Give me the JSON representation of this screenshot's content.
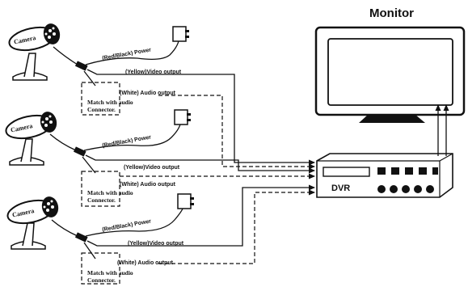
{
  "monitor": {
    "title": "Monitor"
  },
  "dvr": {
    "label": "DVR"
  },
  "cameras": [
    {
      "body_label": "Camera",
      "power_label": "(Red/Black) Power",
      "video_label": "(Yellow)Video output",
      "audio_label": "(White) Audio output",
      "match_line1": "Match with audio",
      "match_line2": "Connector."
    },
    {
      "body_label": "Camera",
      "power_label": "(Red/Black) Power",
      "video_label": "(Yellow)Video output",
      "audio_label": "(White) Audio output",
      "match_line1": "Match with audio",
      "match_line2": "Connector."
    },
    {
      "body_label": "Camera",
      "power_label": "(Red/Black) Power",
      "video_label": "(Yellow)Video output",
      "audio_label": "(White) Audio output",
      "match_line1": "Match with audio",
      "match_line2": "Connector."
    }
  ],
  "colors": {
    "ink": "#111111",
    "paper": "#ffffff"
  },
  "icons": [
    "camera-icon",
    "power-adapter-icon",
    "monitor-icon",
    "dvr-icon"
  ]
}
